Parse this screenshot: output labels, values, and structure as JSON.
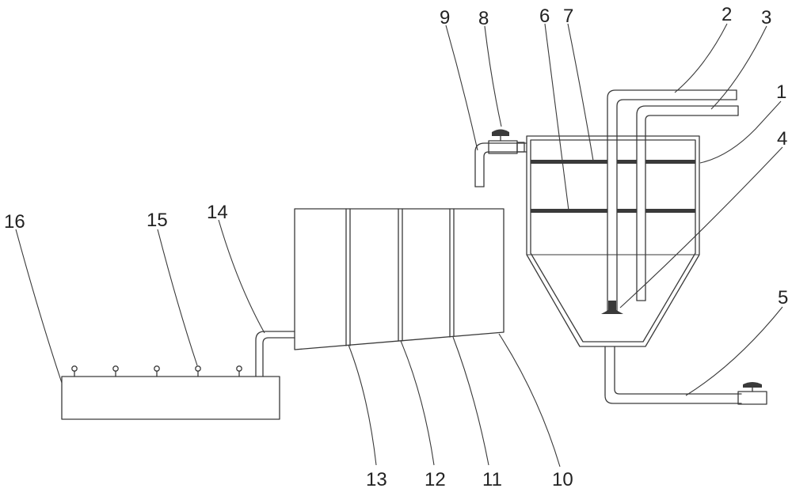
{
  "labels": [
    {
      "id": "1",
      "text": "1"
    },
    {
      "id": "2",
      "text": "2"
    },
    {
      "id": "3",
      "text": "3"
    },
    {
      "id": "4",
      "text": "4"
    },
    {
      "id": "5",
      "text": "5"
    },
    {
      "id": "6",
      "text": "6"
    },
    {
      "id": "7",
      "text": "7"
    },
    {
      "id": "8",
      "text": "8"
    },
    {
      "id": "9",
      "text": "9"
    },
    {
      "id": "10",
      "text": "10"
    },
    {
      "id": "11",
      "text": "11"
    },
    {
      "id": "12",
      "text": "12"
    },
    {
      "id": "13",
      "text": "13"
    },
    {
      "id": "14",
      "text": "14"
    },
    {
      "id": "15",
      "text": "15"
    },
    {
      "id": "16",
      "text": "16"
    }
  ],
  "colors": {
    "stroke": "#3a3a3a",
    "text": "#222222",
    "background": "#ffffff"
  }
}
